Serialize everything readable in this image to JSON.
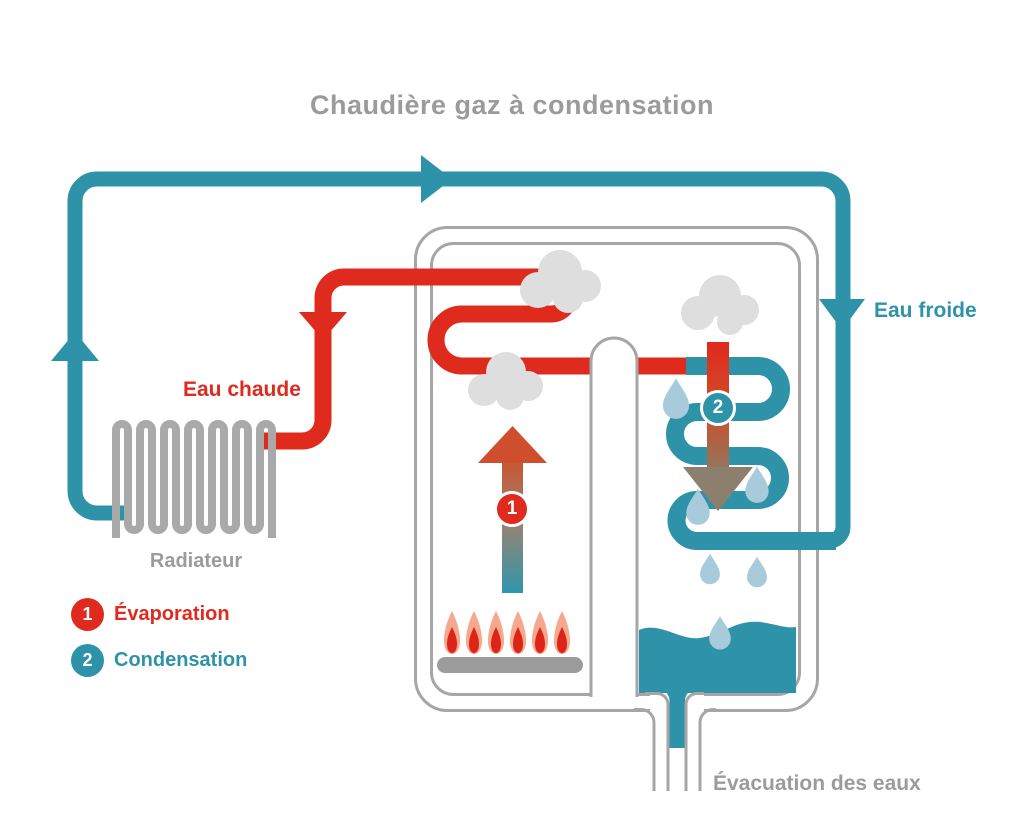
{
  "title": "Chaudière gaz à condensation",
  "labels": {
    "eau_chaude": "Eau chaude",
    "eau_froide": "Eau froide",
    "radiateur": "Radiateur",
    "evacuation": "Évacuation des eaux"
  },
  "markers": {
    "evaporation": "1",
    "condensation": "2"
  },
  "legend": {
    "items": [
      {
        "num": "1",
        "label": "Évaporation"
      },
      {
        "num": "2",
        "label": "Condensation"
      }
    ]
  },
  "colors": {
    "hot_red": "#DF2A1E",
    "cold_teal": "#2E93A8",
    "outline_gray": "#A6A6A6",
    "text_gray": "#9B9B9B",
    "cloud_gray": "#DEDEDE",
    "droplet_blue": "#A8CBDC",
    "flame_outer": "#F5A88E",
    "flame_inner": "#DC2418",
    "burner_gray": "#9C9C9C"
  }
}
